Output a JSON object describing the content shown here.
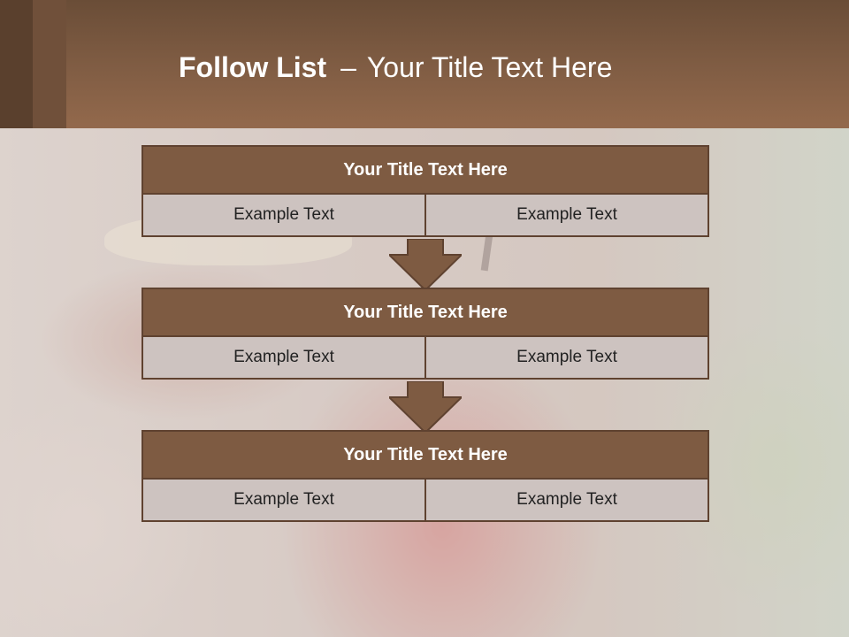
{
  "header": {
    "title_bold": "Follow List",
    "title_sep": "–",
    "title_rest": "Your Title Text Here"
  },
  "blocks": [
    {
      "title": "Your Title Text Here",
      "cells": [
        "Example Text",
        "Example Text"
      ]
    },
    {
      "title": "Your Title Text Here",
      "cells": [
        "Example Text",
        "Example Text"
      ]
    },
    {
      "title": "Your Title Text Here",
      "cells": [
        "Example Text",
        "Example Text"
      ]
    }
  ],
  "colors": {
    "header_brown": "#7f5c43",
    "block_title_fill": "#7e5b42",
    "block_border": "#5f4230",
    "cell_fill": "#cdc3c0"
  }
}
